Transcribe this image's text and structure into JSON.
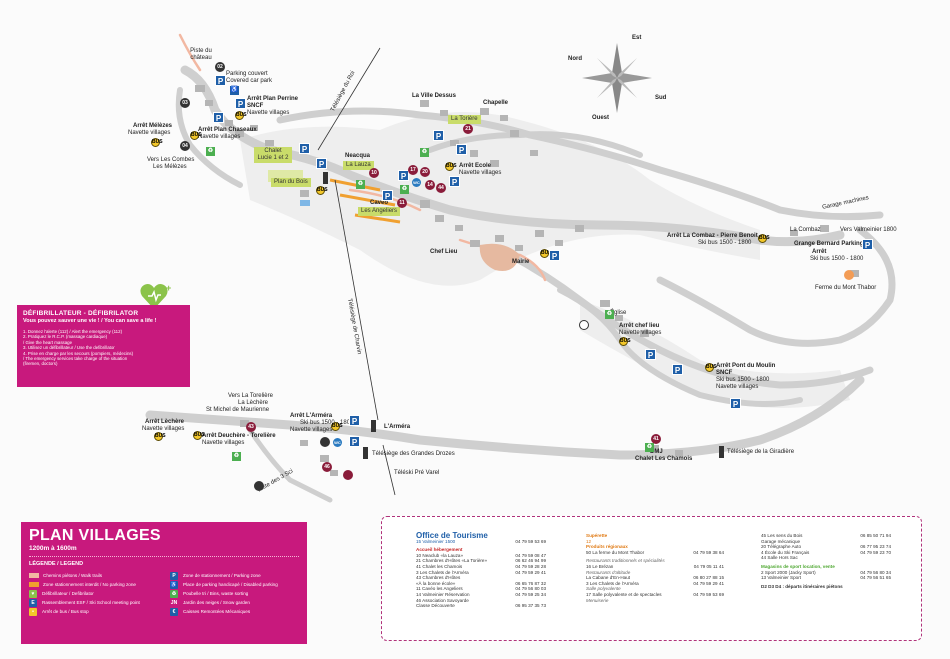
{
  "compass": {
    "nord": "Nord",
    "est": "Est",
    "sud": "Sud",
    "ouest": "Ouest"
  },
  "places": {
    "piste_chateau": "Piste du château",
    "parking_couvert": "Parking couvert",
    "covered_car_park": "Covered car park",
    "arret_plan_perrine": "Arrêt Plan Perrine",
    "sncf": "SNCF",
    "navette_villages": "Navette villages",
    "arret_melezes": "Arrêt Mélèzes",
    "arret_plan_chaseaux": "Arrêt Plan Chaseaux",
    "vers_combes": "Vers Les Combes",
    "les_melezes": "Les Mélèzes",
    "telesiege_du_roi": "Télésiège du Roi",
    "chalet_lucie": "Chalet Lucie 1 et 2",
    "plan_du_bois": "Plan du Bois",
    "neacqua": "Neacqua",
    "la_lauza": "La Lauza",
    "la_ville_dessus": "La Ville Dessus",
    "chapelle": "Chapelle",
    "la_toreiere": "La Torière",
    "arret_ecole": "Arrêt Ecole",
    "caveo": "Cavéo",
    "les_angeliers": "Les Angeliers",
    "chef_lieu": "Chef Lieu",
    "mairie": "Mairie",
    "garage_machines": "Garage machines",
    "la_combaz": "La Combaz",
    "vers_valmeinier_1800": "Vers Valmeinier 1800",
    "arret_combaz": "Arrêt La Combaz - Pierre Benoit",
    "ski_bus": "Ski bus 1500 - 1800",
    "grange_bernard": "Grange Bernard Parking",
    "arret": "Arrêt",
    "ferme_mont_thabor": "Ferme du Mont Thabor",
    "eglise": "Église",
    "arret_chef_lieu": "Arrêt chef lieu",
    "arret_pont_moulin": "Arrêt Pont du Moulin",
    "telesiege_charvin": "Télésiège de Charvin",
    "vers_toreliere": "Vers La Torelière",
    "la_lechere": "La Lèchère",
    "st_michel": "St Michel de Maurienne",
    "arret_lechere": "Arrêt Lèchère",
    "arret_armera": "Arrêt L'Arméra",
    "arret_deuchere": "Arrêt Deuchère - Torelière",
    "larmera": "L'Arméra",
    "telesiege_grandes_drozes": "Télésiège des Grandes Drozes",
    "teleski_pre_varel": "Téléski Pré Varel",
    "piste_sci": "Piste des 3 Sci",
    "dmj": "DMJ",
    "chalet_chamois": "Chalet Les Chamois",
    "telesiege_giradiere": "Télésiège de la Giradière"
  },
  "markers": {
    "n02": "02",
    "n03": "03",
    "n04": "04",
    "n10": "10",
    "n11": "11",
    "n14": "14",
    "n17": "17",
    "n20": "20",
    "n21": "21",
    "n41": "41",
    "n43": "43",
    "n44": "44",
    "n46": "46",
    "wc": "WC",
    "p": "P",
    "hc": "♿",
    "bus": "BUS",
    "bin": "♻"
  },
  "defibrillator": {
    "title": "DÉFIBRILLATEUR - DÉFIBRILATOR",
    "subtitle": "Vous pouvez sauver une vie ! / You can save a life !",
    "steps": [
      "1. Donnez l'alerte (112) / Alert the emergency (112)",
      "2. Pratiquez le R.C.P. (massage cardiaque)",
      "/ Give the heart massage",
      "3. Utilisez un défibrillateur / Use the defibrillator",
      "4. Prise en charge par les secours (pompiers, médecins)",
      "/ The emergency services take charge of the situation",
      "(firemen, doctors)"
    ]
  },
  "legend": {
    "title": "PLAN VILLAGES",
    "altitude": "1200m à 1600m",
    "heading": "LÉGENDE / LEGEND",
    "left": [
      {
        "label": "Chemins piétons / Walk trails",
        "kind": "swatch",
        "color": "#f2b8a2"
      },
      {
        "label": "Zone stationnement interdit / No parking zone",
        "kind": "swatch",
        "color": "#f0a030"
      },
      {
        "label": "Défibrillateur / Defibrilator",
        "kind": "icon",
        "color": "#8bc34a",
        "glyph": "♥"
      },
      {
        "label": "Rassemblement ESF / Ski School meeting point",
        "kind": "icon",
        "color": "#1f5fa8",
        "glyph": "E"
      },
      {
        "label": "Arrêt de bus / Bus stop",
        "kind": "icon",
        "color": "#f3c72a",
        "glyph": "•"
      }
    ],
    "right": [
      {
        "label": "Zone de stationnement / Parking zone",
        "kind": "icon",
        "color": "#1f5fa8",
        "glyph": "P"
      },
      {
        "label": "Place de parking handicapé / Disabled parking",
        "kind": "icon",
        "color": "#1f5fa8",
        "glyph": "♿"
      },
      {
        "label": "Poubelle tri / Bins, waste sorting",
        "kind": "icon",
        "color": "#4caf50",
        "glyph": "♻"
      },
      {
        "label": "Jardin des neiges / Snow garden",
        "kind": "icon",
        "color": "#c8197d",
        "glyph": "JN"
      },
      {
        "label": "Caisses Remontées Mécaniques",
        "kind": "icon",
        "color": "#1f5fa8",
        "glyph": "€"
      }
    ]
  },
  "directory": {
    "office": {
      "title": "Office de Tourisme",
      "sub": "15 Valmeinier 1500",
      "tel": "04 79 59 53 69"
    },
    "accueil_head": "Accueil hébergement",
    "accueil": [
      {
        "name": "10 Neaclub «la Lauza»",
        "tel": "04 79 59 08 47"
      },
      {
        "name": "21 Chambres d'Hôtes «La Torière»",
        "tel": "06 62 46 94 99"
      },
      {
        "name": "41 Chalet les Chamois",
        "tel": "04 79 59 28 28"
      },
      {
        "name": "3  Les Chalets de l'Arméra",
        "tel": "04 79 59 29 41"
      },
      {
        "name": "43 Chambres d'Hôtes",
        "tel": ""
      },
      {
        "name": "«À la bonne école»",
        "tel": "06 65 76 87 32"
      },
      {
        "name": "11 Cavéo les Angeliers",
        "tel": "04 79 56 80 03"
      },
      {
        "name": "14 Valmeinier Réservation",
        "tel": "04 79 59 25 34"
      },
      {
        "name": "46 Association Savoyarde",
        "tel": ""
      },
      {
        "name": "Classe Découverte",
        "tel": "06 95 37 35 73"
      }
    ],
    "superette_head": "Supérette",
    "superette_num": "12",
    "produits_head": "Produits régionaux",
    "produits": [
      {
        "name": "50 La ferme du Mont Thabor",
        "tel": "04 79 59 38 64"
      }
    ],
    "resto_head": "Restaurants traditionnels et spécialités",
    "resto": [
      {
        "name": "16 Le Brézan",
        "tel": "04 79 05 11 41"
      }
    ],
    "altitude_head": "Restaurants d'altitude",
    "altitude": [
      {
        "name": "La Cabane d'En-Haut",
        "tel": "06 80 27 88 15"
      },
      {
        "name": "3 Les Chalets de l'Arméra",
        "tel": "04 79 59 29 41"
      }
    ],
    "salle_head": "Salle polyvalente",
    "salle": [
      {
        "name": "17 Salle polyvalente et de spectacles",
        "tel": "04 79 59 53 69"
      }
    ],
    "menuiserie": "Menuiserie",
    "right": [
      {
        "name": "45 Les sens du Bois",
        "tel": "06 85 50 71 94"
      },
      {
        "name": "Garage mécanique",
        "tel": ""
      },
      {
        "name": "20 Télégraphe Auto",
        "tel": "06 77 95 23 74"
      },
      {
        "name": "4  École du Ski Français",
        "tel": "04 79 59 23 70"
      },
      {
        "name": "44 Salle Hors Sac",
        "tel": ""
      }
    ],
    "magasins_head": "Magasins de sport location, vente",
    "magasins": [
      {
        "name": "2  Sport 2000 (Jacky Sport)",
        "tel": "04 79 56 80 34"
      },
      {
        "name": "13 Valmeinier Sport",
        "tel": "04 79 56 51 65"
      }
    ],
    "departs": "D2 D3 D4 : départs itinéraires piétons"
  }
}
